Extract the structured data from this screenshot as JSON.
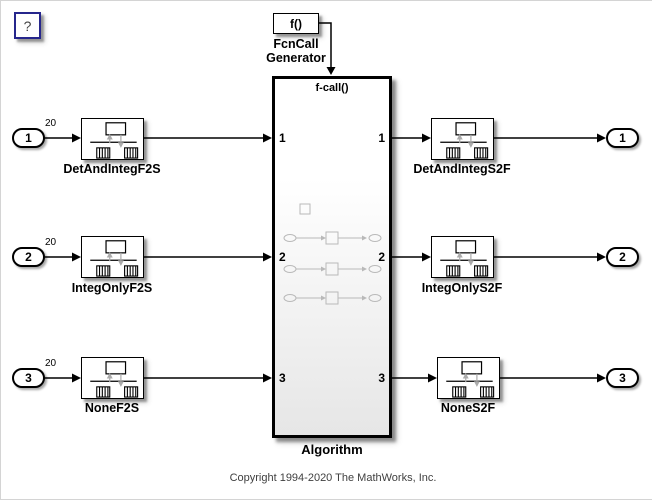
{
  "help_button": {
    "label": "?"
  },
  "fcn_generator": {
    "block_text": "f()",
    "caption": "FcnCall\nGenerator"
  },
  "algorithm": {
    "function_port_label": "f-call()",
    "caption": "Algorithm",
    "left_ports": [
      "1",
      "2",
      "3"
    ],
    "right_ports": [
      "1",
      "2",
      "3"
    ]
  },
  "inports": [
    {
      "label": "1",
      "signal_dims": "20"
    },
    {
      "label": "2",
      "signal_dims": "20"
    },
    {
      "label": "3",
      "signal_dims": "20"
    }
  ],
  "left_blocks": [
    {
      "label": "DetAndIntegF2S"
    },
    {
      "label": "IntegOnlyF2S"
    },
    {
      "label": "NoneF2S"
    }
  ],
  "right_blocks": [
    {
      "label": "DetAndIntegS2F"
    },
    {
      "label": "IntegOnlyS2F"
    },
    {
      "label": "NoneS2F"
    }
  ],
  "outports": [
    {
      "label": "1"
    },
    {
      "label": "2"
    },
    {
      "label": "3"
    }
  ],
  "footer": {
    "copyright": "Copyright 1994-2020 The MathWorks, Inc."
  },
  "colors": {
    "help_border": "#26268c",
    "wire": "#000000",
    "faint_detail": "#b9b9b9",
    "algorithm_gradient_bottom": "#e6e6e6"
  }
}
